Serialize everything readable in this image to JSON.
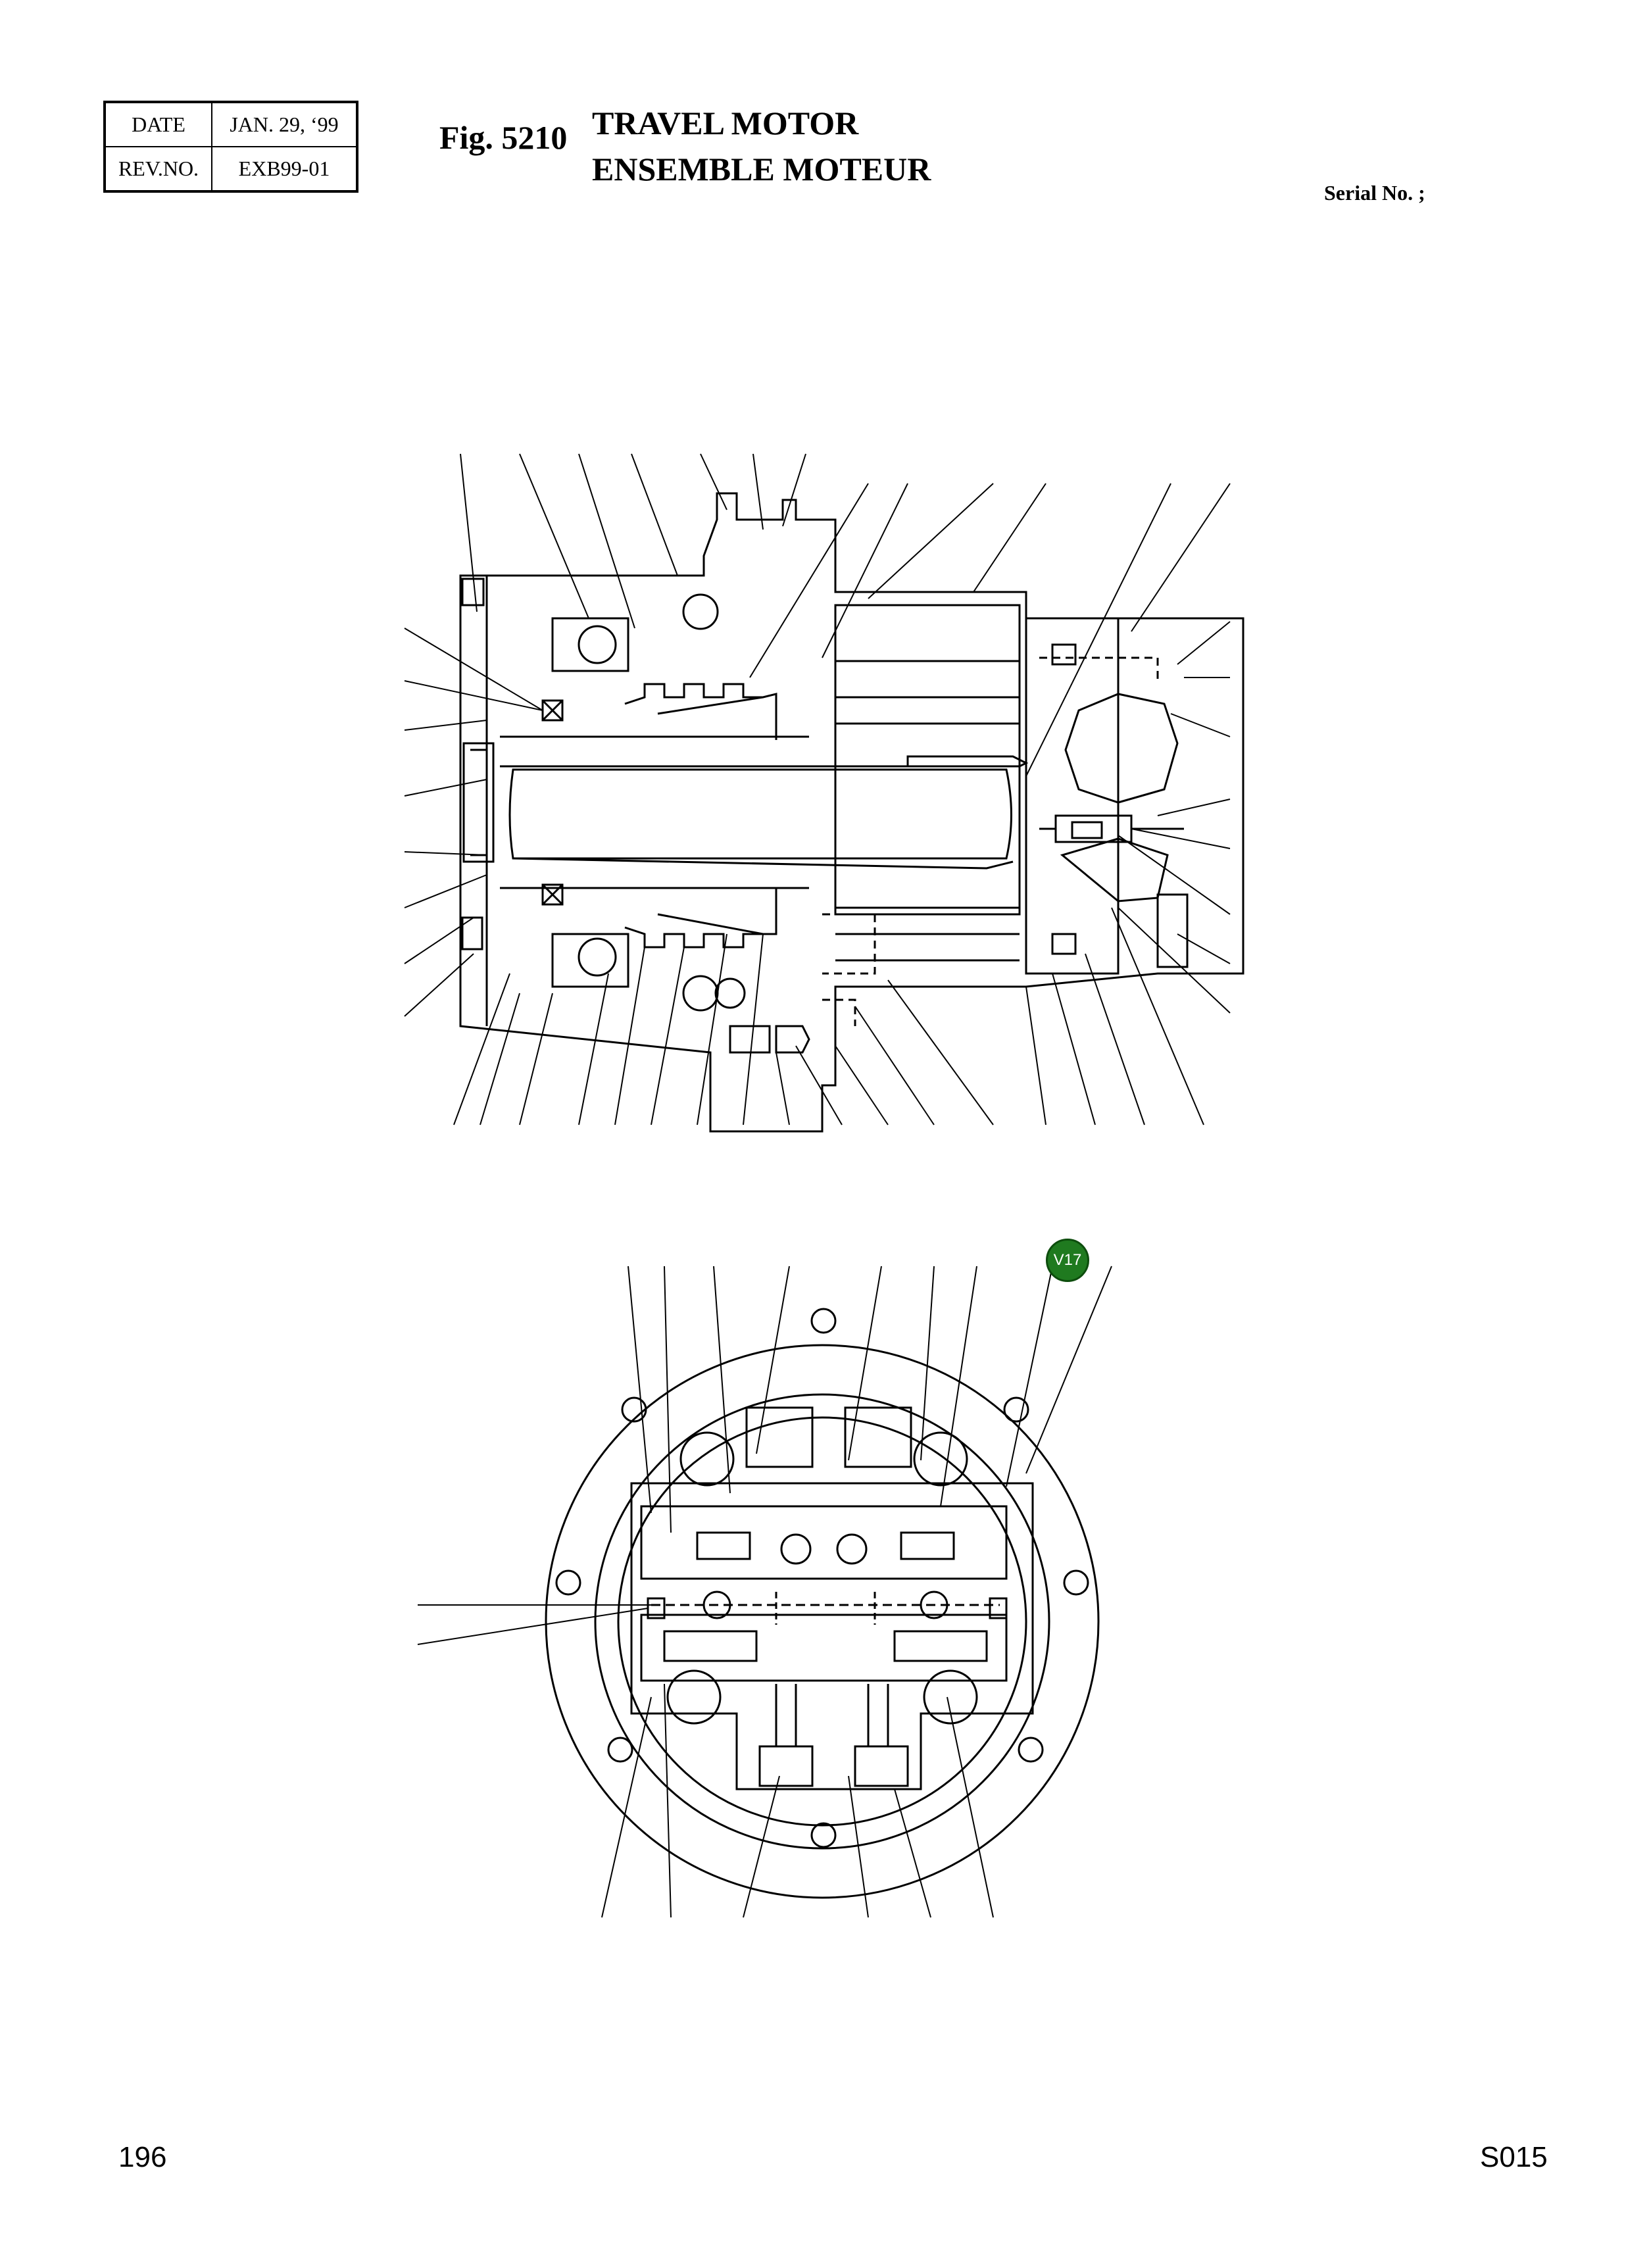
{
  "header": {
    "date_label": "DATE",
    "date_value": "JAN. 29, ‘99",
    "rev_label": "REV.NO.",
    "rev_value": "EXB99-01",
    "figure": "Fig. 5210",
    "title_en": "TRAVEL MOTOR",
    "title_fr": "ENSEMBLE MOTEUR",
    "serial": "Serial No. ;"
  },
  "hotspot": {
    "label": "V17",
    "color": "#1f7a1f"
  },
  "footer": {
    "page_number": "196",
    "code": "S015"
  },
  "icons": {
    "section_view": "travel-motor-section-drawing",
    "end_view": "travel-motor-end-view-drawing"
  }
}
